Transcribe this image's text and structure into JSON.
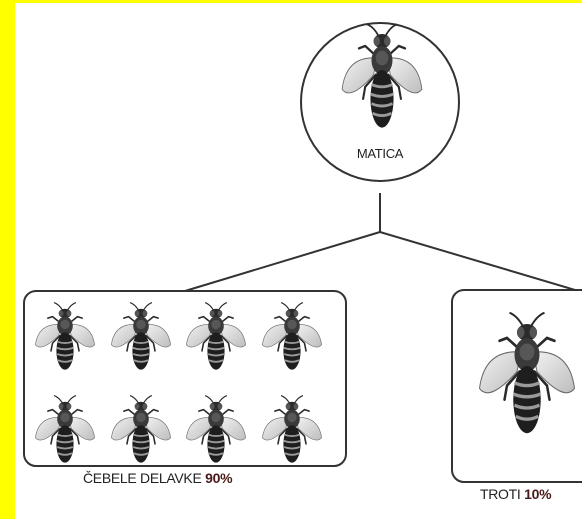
{
  "colors": {
    "frame": "#ffff00",
    "line": "#333333",
    "percent": "#4a1a1a"
  },
  "queen": {
    "label": "MATICA",
    "icon": "queen-bee-icon"
  },
  "workers": {
    "label": "ČEBELE DELAVKE",
    "percent": "90%",
    "count": 8,
    "icon": "worker-bee-icon"
  },
  "drones": {
    "label": "TROTI",
    "percent": "10%",
    "icon": "drone-bee-icon"
  }
}
